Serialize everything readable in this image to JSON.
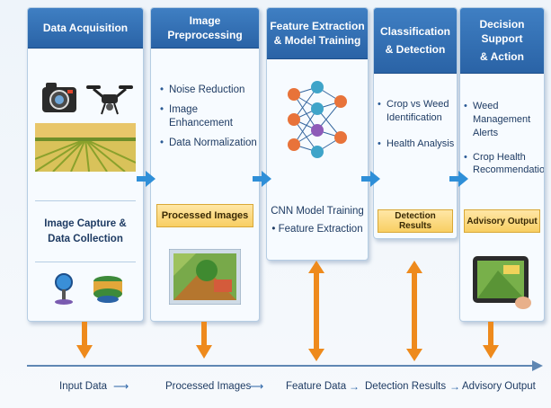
{
  "columns": [
    {
      "title_lines": [
        "Data Acquisition"
      ],
      "sub_label": [
        "Image Capture &",
        "Data Collection"
      ]
    },
    {
      "title_lines": [
        "Image Preprocessing"
      ],
      "bullets": [
        "Noise Reduction",
        "Image Enhancement",
        "Data Normalization"
      ],
      "band": "Processed Images"
    },
    {
      "title_lines": [
        "Feature Extraction",
        "& Model Training"
      ],
      "model_label": "CNN Model Training",
      "bullets": [
        "Feature Extraction"
      ]
    },
    {
      "title_lines": [
        "Classification",
        "& Detection"
      ],
      "bullets": [
        "Crop vs Weed Identification",
        "Health Analysis"
      ],
      "band": "Detection Results"
    },
    {
      "title_lines": [
        "Decision Support",
        "& Action"
      ],
      "bullets": [
        "Weed Management Alerts",
        "Crop Health Recommendation"
      ],
      "band": "Advisory Output"
    }
  ],
  "flow": [
    "Input Data",
    "Processed Images",
    "Feature Data",
    "Detection Results",
    "Advisory Output"
  ],
  "colors": {
    "header": "#2f6db1",
    "arrow_orange": "#ee8a1c",
    "arrow_blue": "#2f8fd8",
    "band": "#f9d36e"
  },
  "icons": [
    "camera-icon",
    "drone-icon",
    "field-image",
    "map-pin-icon",
    "sensor-icon",
    "neural-network-icon",
    "tablet-icon"
  ]
}
